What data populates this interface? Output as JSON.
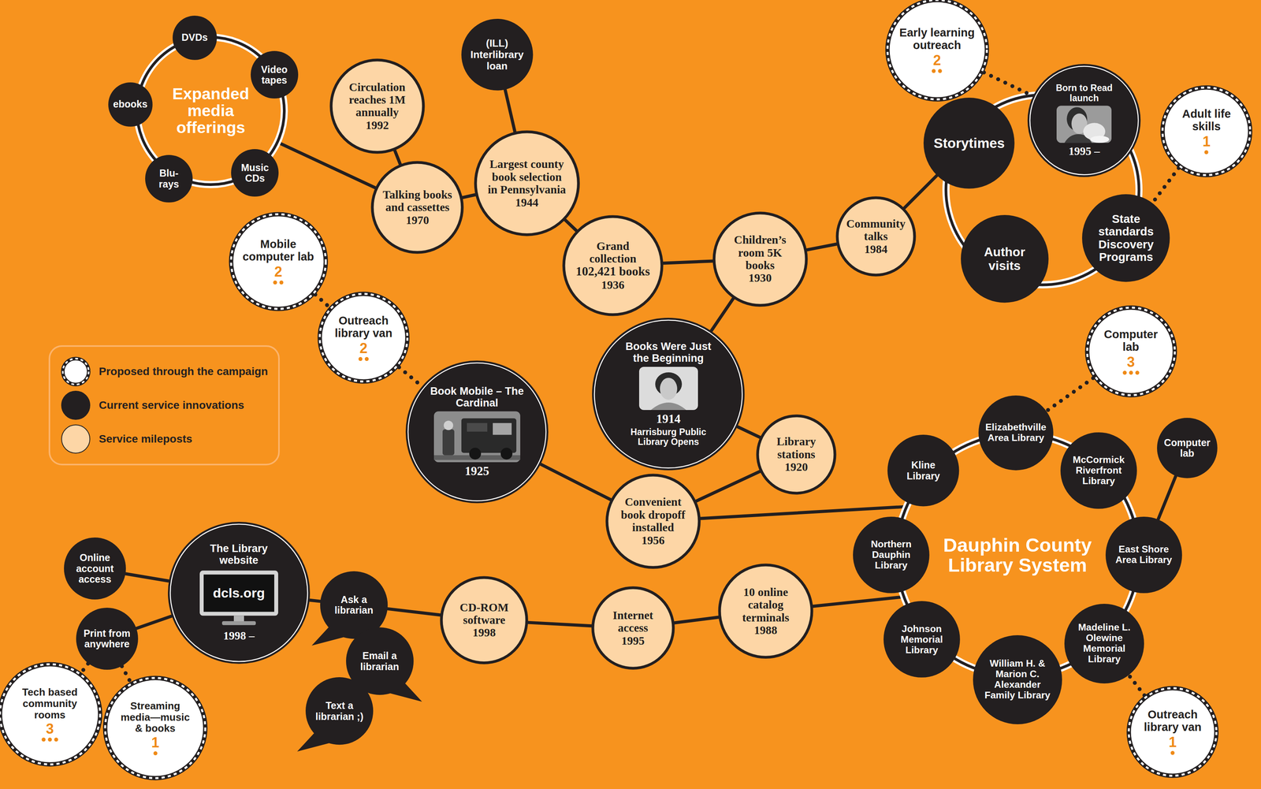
{
  "diagram": {
    "nodes": [
      {
        "text": [
          "Expanded media offerings"
        ]
      },
      {
        "text": [
          "DVDs"
        ],
        "in": 0
      },
      {
        "text": [
          "Video tapes"
        ],
        "in": 0
      },
      {
        "text": [
          "ebooks"
        ],
        "in": 0
      },
      {
        "text": [
          "Blu-rays"
        ],
        "in": 0
      },
      {
        "text": [
          "Music CDs"
        ],
        "in": 0
      },
      {
        "text": [
          "(ILL) Interlibrary loan"
        ]
      },
      {
        "text": [
          "Circulation reaches 1M annually",
          "1992"
        ]
      },
      {
        "text": [
          "Talking books and cassettes",
          "1970"
        ]
      },
      {
        "text": [
          "Largest county book selection in Pennsylvania",
          "1944"
        ]
      },
      {
        "text": [
          "Grand collection",
          "102,421 books",
          "1936"
        ]
      },
      {
        "text": [
          "Early learning outreach",
          "2"
        ]
      },
      {
        "text": [
          "Born to Read launch",
          "1995 –"
        ]
      },
      {
        "text": [
          "Storytimes"
        ]
      },
      {
        "text": [
          "Adult life skills",
          "1"
        ]
      },
      {
        "text": [
          "State standards Discovery Programs"
        ]
      },
      {
        "text": [
          "Author visits"
        ]
      },
      {
        "text": [
          "Community talks",
          "1984"
        ]
      },
      {
        "text": [
          "Children’s room 5K books",
          "1930"
        ]
      },
      {
        "text": [
          "Mobile computer lab",
          "2"
        ]
      },
      {
        "text": [
          "Outreach library van",
          "2"
        ]
      },
      {
        "text": [
          "Book Mobile – The Cardinal",
          "1925"
        ]
      },
      {
        "text": [
          "Books Were Just the Beginning",
          "1914",
          "Harrisburg Public Library Opens"
        ]
      },
      {
        "text": [
          "Library stations",
          "1920"
        ]
      },
      {
        "text": [
          "Convenient book dropoff installed",
          "1956"
        ]
      },
      {
        "text": [
          "Computer lab",
          "3"
        ]
      },
      {
        "text": [
          "Dauphin County Library System"
        ]
      },
      {
        "text": [
          "Kline Library"
        ],
        "in": 26
      },
      {
        "text": [
          "Elizabethville Area Library"
        ],
        "in": 26
      },
      {
        "text": [
          "McCormick Riverfront Library"
        ],
        "in": 26
      },
      {
        "text": [
          "Northern Dauphin Library"
        ],
        "in": 26
      },
      {
        "text": [
          "East Shore Area Library"
        ],
        "in": 26
      },
      {
        "text": [
          "Johnson Memorial Library"
        ],
        "in": 26
      },
      {
        "text": [
          "Madeline L. Olewine Memorial Library"
        ],
        "in": 26
      },
      {
        "text": [
          "William H. & Marion C. Alexander Family Library"
        ],
        "in": 26
      },
      {
        "text": [
          "Computer lab"
        ]
      },
      {
        "text": [
          "Outreach library van",
          "1"
        ]
      },
      {
        "text": [
          "The Library website",
          "dcls.org",
          "1998 –"
        ]
      },
      {
        "text": [
          "Online account access"
        ]
      },
      {
        "text": [
          "Print from anywhere"
        ]
      },
      {
        "text": [
          "Ask a librarian"
        ]
      },
      {
        "text": [
          "Email a librarian"
        ]
      },
      {
        "text": [
          "Text a librarian ;)"
        ]
      },
      {
        "text": [
          "CD-ROM software",
          "1998"
        ]
      },
      {
        "text": [
          "Internet access",
          "1995"
        ]
      },
      {
        "text": [
          "10 online catalog terminals",
          "1988"
        ]
      },
      {
        "text": [
          "Tech based community rooms",
          "3"
        ]
      },
      {
        "text": [
          "Streaming media—music & books",
          "1"
        ]
      }
    ],
    "edges": [
      {
        "from": 0,
        "to": 8,
        "arrow": "none"
      },
      {
        "from": 7,
        "to": 8,
        "arrow": "none"
      },
      {
        "from": 8,
        "to": 9,
        "arrow": "none"
      },
      {
        "from": 6,
        "to": 9,
        "arrow": "none"
      },
      {
        "from": 9,
        "to": 10,
        "arrow": "none"
      },
      {
        "from": 10,
        "to": 18,
        "arrow": "none"
      },
      {
        "from": 18,
        "to": 17,
        "arrow": "none"
      },
      {
        "from": 17,
        "to": 13,
        "arrow": "none"
      },
      {
        "from": 11,
        "to": 12,
        "arrow": "none"
      },
      {
        "from": 14,
        "to": 15,
        "arrow": "none"
      },
      {
        "from": 22,
        "to": 18,
        "arrow": "none"
      },
      {
        "from": 22,
        "to": 23,
        "arrow": "none"
      },
      {
        "from": 23,
        "to": 24,
        "arrow": "none"
      },
      {
        "from": 21,
        "to": 24,
        "arrow": "none"
      },
      {
        "from": 20,
        "to": 21,
        "arrow": "none"
      },
      {
        "from": 19,
        "to": 20,
        "arrow": "none"
      },
      {
        "from": 24,
        "to": 26,
        "arrow": "none"
      },
      {
        "from": 25,
        "to": 28,
        "arrow": "none"
      },
      {
        "from": 35,
        "to": 31,
        "arrow": "none"
      },
      {
        "from": 36,
        "to": 33,
        "arrow": "none"
      },
      {
        "from": 45,
        "to": 26,
        "arrow": "none"
      },
      {
        "from": 44,
        "to": 45,
        "arrow": "none"
      },
      {
        "from": 43,
        "to": 44,
        "arrow": "none"
      },
      {
        "from": 40,
        "to": 43,
        "arrow": "none"
      },
      {
        "from": 37,
        "to": 40,
        "arrow": "none"
      },
      {
        "from": 37,
        "to": 38,
        "arrow": "none"
      },
      {
        "from": 37,
        "to": 39,
        "arrow": "none"
      },
      {
        "from": 39,
        "to": 46,
        "arrow": "none"
      },
      {
        "from": 39,
        "to": 47,
        "arrow": "none"
      }
    ],
    "legend": [
      {
        "text": "Proposed through the campaign"
      },
      {
        "text": "Current service innovations",
        "color": "#231f20"
      },
      {
        "text": "Service mileposts",
        "color": "#fdd6a6"
      }
    ]
  }
}
